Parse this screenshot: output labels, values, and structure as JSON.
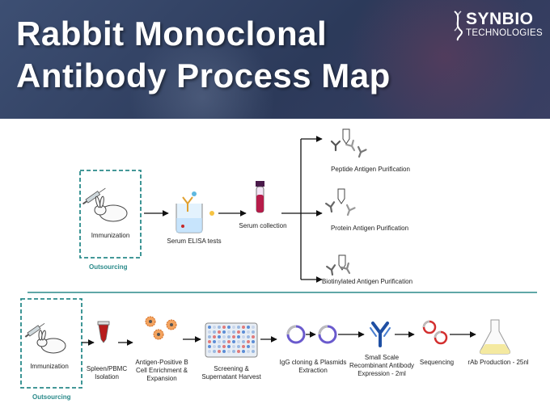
{
  "header": {
    "title_line1": "Rabbit Monoclonal",
    "title_line2": "Antibody Process Map",
    "logo_line1": "SYNBIO",
    "logo_line2": "TECHNOLOGIES"
  },
  "top_flow": {
    "immunization": "Immunization",
    "outsourcing": "Outsourcing",
    "serum_elisa": "Serum ELISA tests",
    "serum_collection": "Serum collection",
    "peptide_purification": "Peptide Antigen Purification",
    "protein_purification": "Protein Antigen Purification",
    "biotinylated_purification": "Biotinylated Antigen Purification"
  },
  "bottom_flow": {
    "immunization": "Immunization",
    "outsourcing": "Outsourcing",
    "spleen_l1": "Spleen/PBMC",
    "spleen_l2": "Isolation",
    "antigen_l1": "Antigen-Positive B",
    "antigen_l2": "Cell Enrichment &",
    "antigen_l3": "Expansion",
    "screening_l1": "Screening &",
    "screening_l2": "Supernatant Harvest",
    "igg_l1": "IgG cloning & Plasmids",
    "igg_l2": "Extraction",
    "small_l1": "Small Scale",
    "small_l2": "Recombinant Antibody",
    "small_l3": "Expression - 2ml",
    "sequencing": "Sequencing",
    "rab_production": "rAb Production - 25nl"
  },
  "colors": {
    "header_bg": "#34456a",
    "teal": "#2a8a8a",
    "arrow": "#111111",
    "antibody_blue": "#1f4fa3",
    "plasmid_purple": "#6a5acd",
    "plasmid_red": "#d32f2f"
  },
  "icons": [
    "syringe-icon",
    "rabbit-icon",
    "elisa-beaker-icon",
    "blood-tube-icon",
    "column-icon",
    "antibody-icon",
    "microtube-icon",
    "b-cell-icon",
    "well-plate-icon",
    "plasmid-icon",
    "flask-icon",
    "dna-logo-icon"
  ]
}
